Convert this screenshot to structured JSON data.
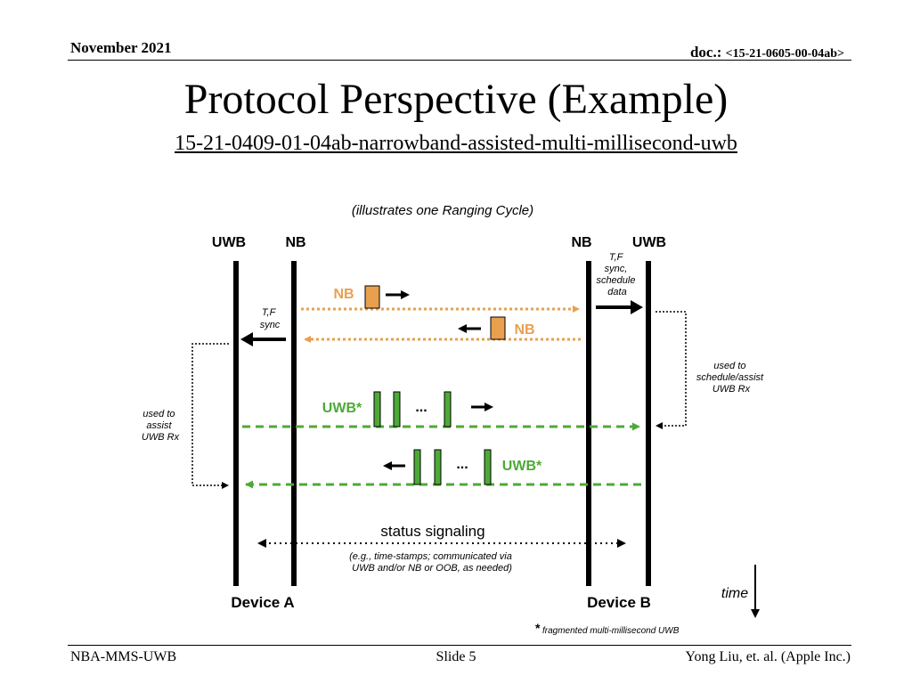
{
  "header": {
    "date": "November 2021",
    "doc_prefix": "doc.: ",
    "doc_id": "<15-21-0605-00-04ab>"
  },
  "title": "Protocol Perspective (Example)",
  "subtitle": "15-21-0409-01-04ab-narrowband-assisted-multi-millisecond-uwb",
  "diagram": {
    "caption": "(illustrates one Ranging Cycle)",
    "device_a": {
      "uwb_label": "UWB",
      "nb_label": "NB",
      "name": "Device A"
    },
    "device_b": {
      "nb_label": "NB",
      "uwb_label": "UWB",
      "name": "Device B"
    },
    "note_b_sync": [
      "T,F",
      "sync,",
      "schedule",
      "data"
    ],
    "note_a_sync": [
      "T,F",
      "sync"
    ],
    "nb_tx_label": "NB",
    "nb_rx_label": "NB",
    "uwb_tx_label": "UWB*",
    "uwb_rx_label": "UWB*",
    "ellipsis": "...",
    "note_assist_a": [
      "used to",
      "assist",
      "UWB Rx"
    ],
    "note_assist_b": [
      "used to",
      "schedule/assist",
      "UWB Rx"
    ],
    "status_title": "status signaling",
    "status_desc": [
      "(e.g., time-stamps; communicated via",
      "UWB and/or NB or OOB, as needed)"
    ],
    "time_label": "time",
    "footnote_star": "*",
    "footnote": "fragmented multi-millisecond UWB",
    "colors": {
      "nb": "#E8A04F",
      "uwb": "#4DAA36",
      "line": "#000000"
    }
  },
  "footer": {
    "left": "NBA-MMS-UWB",
    "center": "Slide 5",
    "right": "Yong Liu, et. al. (Apple Inc.)"
  }
}
